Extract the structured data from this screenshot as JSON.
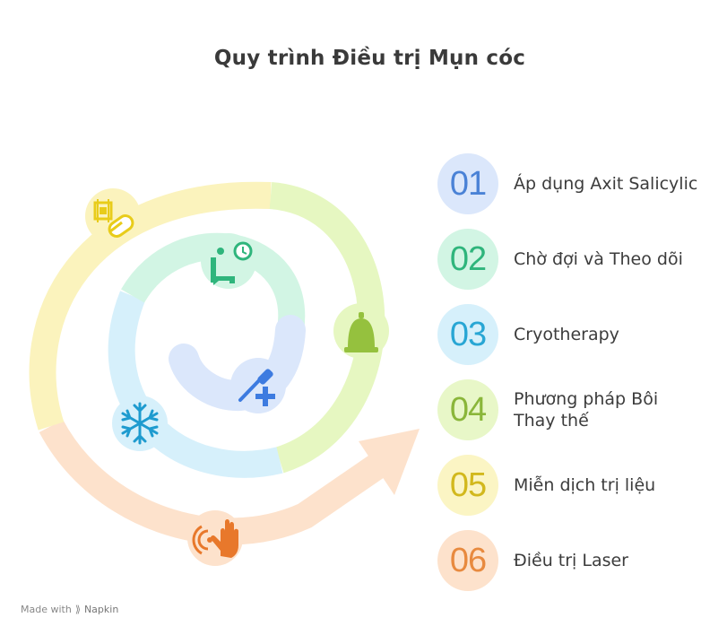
{
  "title": "Quy trình Điều trị Mụn cóc",
  "steps": [
    {
      "number": "01",
      "label": "Áp dụng Axit Salicylic",
      "bg": "#dbe7fb",
      "fg": "#4a82d6",
      "icon": "pill-icon"
    },
    {
      "number": "02",
      "label": "Chờ đợi và Theo dõi",
      "bg": "#d2f5e4",
      "fg": "#2fb57c",
      "icon": "waiting-clock-icon"
    },
    {
      "number": "03",
      "label": "Cryotherapy",
      "bg": "#d6f0fb",
      "fg": "#28a6d4",
      "icon": "snowflake-icon"
    },
    {
      "number": "04",
      "label": "Phương pháp Bôi Thay thế",
      "bg": "#e8f7c8",
      "fg": "#8ab63a",
      "icon": "bell-icon"
    },
    {
      "number": "05",
      "label": "Miễn dịch trị liệu",
      "bg": "#fbf5c4",
      "fg": "#d2b81d",
      "icon": "injection-icon"
    },
    {
      "number": "06",
      "label": "Điều trị Laser",
      "bg": "#fde2cc",
      "fg": "#e88a3f",
      "icon": "laser-hand-icon"
    }
  ],
  "footer": {
    "made_with": "Made with",
    "brand": "Napkin"
  }
}
